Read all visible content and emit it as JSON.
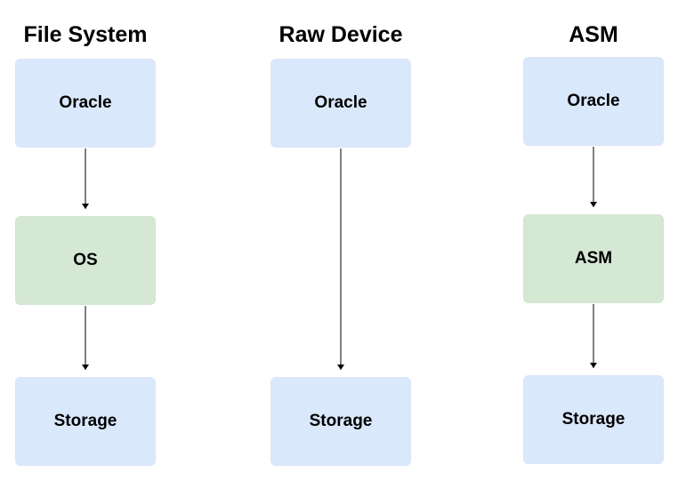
{
  "colors": {
    "blue_fill": "#dae8fc",
    "blue_border": "#dbe6f7",
    "green_fill": "#d5e8d4",
    "green_border": "#d3e5d2",
    "arrow": "#000000"
  },
  "columns": [
    {
      "title": "File System",
      "boxes": [
        {
          "label": "Oracle",
          "style": "blue"
        },
        {
          "label": "OS",
          "style": "green"
        },
        {
          "label": "Storage",
          "style": "blue"
        }
      ]
    },
    {
      "title": "Raw Device",
      "boxes": [
        {
          "label": "Oracle",
          "style": "blue"
        },
        {
          "label": "Storage",
          "style": "blue"
        }
      ]
    },
    {
      "title": "ASM",
      "boxes": [
        {
          "label": "Oracle",
          "style": "blue"
        },
        {
          "label": "ASM",
          "style": "green"
        },
        {
          "label": "Storage",
          "style": "blue"
        }
      ]
    }
  ]
}
